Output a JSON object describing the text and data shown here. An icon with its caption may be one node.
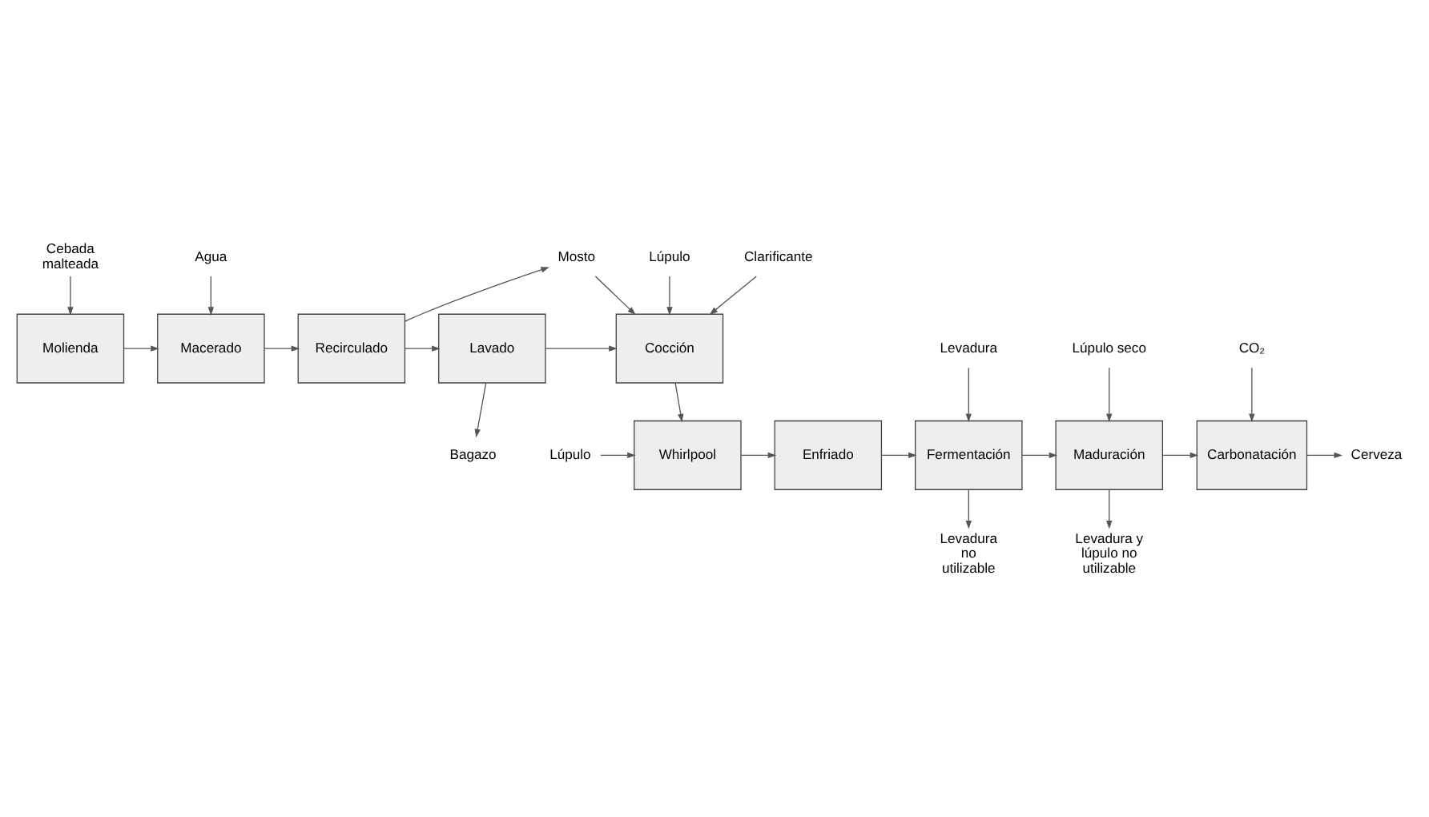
{
  "diagram": {
    "nodes": [
      {
        "text": [
          "Molienda"
        ]
      },
      {
        "text": [
          "Macerado"
        ]
      },
      {
        "text": [
          "Recirculado"
        ]
      },
      {
        "text": [
          "Lavado"
        ]
      },
      {
        "text": [
          "Cocción"
        ]
      },
      {
        "text": [
          "Whirlpool"
        ]
      },
      {
        "text": [
          "Enfriado"
        ]
      },
      {
        "text": [
          "Fermentación"
        ]
      },
      {
        "text": [
          "Maduración"
        ]
      },
      {
        "text": [
          "Carbonatación"
        ]
      },
      {
        "text": [
          "Cebada malteada"
        ]
      },
      {
        "text": [
          "Agua"
        ]
      },
      {
        "text": [
          "Mosto"
        ]
      },
      {
        "text": [
          "Bagazo"
        ]
      },
      {
        "text": [
          "Lúpulo"
        ]
      },
      {
        "text": [
          "Clarificante"
        ]
      },
      {
        "text": [
          "Lúpulo"
        ]
      },
      {
        "text": [
          "Levadura"
        ]
      },
      {
        "text": [
          "Lúpulo seco"
        ]
      },
      {
        "text": [
          "CO₂"
        ]
      },
      {
        "text": [
          "Cerveza"
        ]
      },
      {
        "text": [
          "Levadura y lúpulo no utilizable"
        ]
      },
      {
        "text": [
          "Levadura no utilizable"
        ]
      }
    ],
    "edges": [
      {
        "from": 10,
        "to": 0,
        "arrow": "to"
      },
      {
        "from": 11,
        "to": 1,
        "arrow": "to"
      },
      {
        "from": 0,
        "to": 1,
        "arrow": "to"
      },
      {
        "from": 1,
        "to": 2,
        "arrow": "to"
      },
      {
        "from": 2,
        "to": 12,
        "arrow": "to"
      },
      {
        "from": 12,
        "to": 4,
        "arrow": "to"
      },
      {
        "from": 2,
        "to": 3,
        "arrow": "to"
      },
      {
        "from": 3,
        "to": 4,
        "arrow": "to"
      },
      {
        "from": 3,
        "to": 13,
        "arrow": "to"
      },
      {
        "from": 14,
        "to": 4,
        "arrow": "to"
      },
      {
        "from": 15,
        "to": 4,
        "arrow": "to"
      },
      {
        "from": 4,
        "to": 5,
        "arrow": "to"
      },
      {
        "from": 16,
        "to": 5,
        "arrow": "to"
      },
      {
        "from": 5,
        "to": 6,
        "arrow": "to"
      },
      {
        "from": 6,
        "to": 7,
        "arrow": "to"
      },
      {
        "from": 17,
        "to": 7,
        "arrow": "to"
      },
      {
        "from": 7,
        "to": 8,
        "arrow": "to"
      },
      {
        "from": 18,
        "to": 8,
        "arrow": "to"
      },
      {
        "from": 8,
        "to": 9,
        "arrow": "to"
      },
      {
        "from": 19,
        "to": 9,
        "arrow": "to"
      },
      {
        "from": 9,
        "to": 20,
        "arrow": "to"
      },
      {
        "from": 8,
        "to": 21,
        "arrow": "to"
      },
      {
        "from": 7,
        "to": 22,
        "arrow": "to"
      }
    ]
  }
}
